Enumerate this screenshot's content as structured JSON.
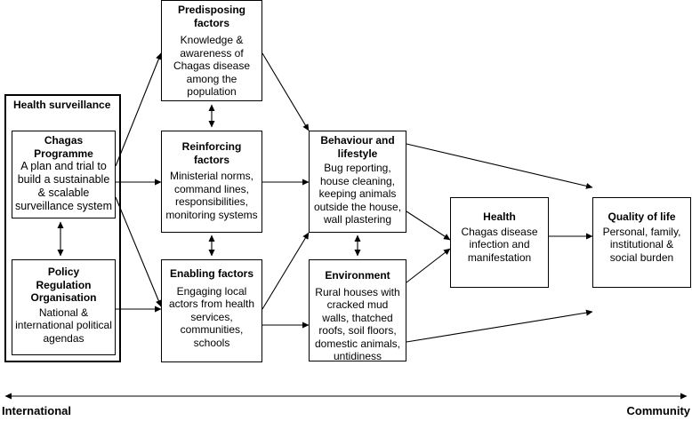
{
  "health_surveillance": {
    "title": "Health surveillance",
    "chagas_programme": {
      "title": "Chagas Programme",
      "body": "A plan and trial to build a sustainable & scalable surveillance system"
    },
    "policy": {
      "title_line1": "Policy",
      "title_line2": "Regulation",
      "title_line3": "Organisation",
      "body": "National & international political agendas"
    }
  },
  "predisposing": {
    "title": "Predisposing factors",
    "body": "Knowledge & awareness of Chagas disease among the population"
  },
  "reinforcing": {
    "title": "Reinforcing factors",
    "body": "Ministerial norms, command lines, responsibilities, monitoring systems"
  },
  "enabling": {
    "title": "Enabling factors",
    "body": "Engaging local actors from health services, communities, schools"
  },
  "behaviour": {
    "title": "Behaviour and lifestyle",
    "body": "Bug reporting, house cleaning, keeping animals outside the house, wall plastering"
  },
  "environment": {
    "title": "Environment",
    "body": "Rural houses with cracked mud walls, thatched roofs, soil floors, domestic animals, untidiness"
  },
  "health": {
    "title": "Health",
    "body": "Chagas disease infection and manifestation"
  },
  "quality": {
    "title": "Quality of life",
    "body": "Personal, family, institutional & social burden"
  },
  "axis": {
    "left_label": "International",
    "right_label": "Community"
  }
}
